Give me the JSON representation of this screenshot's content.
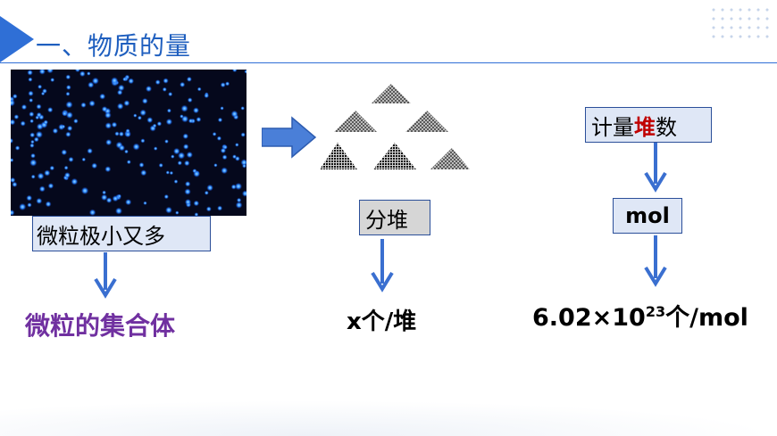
{
  "header": {
    "title": "一、物质的量",
    "accent_color": "#2f6fd6"
  },
  "left": {
    "image_name": "blue-particles-photo",
    "label": "微粒极小又多",
    "result": "微粒的集合体",
    "result_color": "#7030a0"
  },
  "middle": {
    "piles_image": "grey-triangle-piles",
    "label": "分堆",
    "result": "x个/堆"
  },
  "right": {
    "label_prefix": "计量",
    "label_highlight": "堆",
    "label_suffix": "数",
    "highlight_color": "#c00000",
    "unit_label": "mol",
    "result_base": "6.02×10",
    "result_exp": "23",
    "result_tail": "个/mol"
  },
  "icons": [
    "arrow-right-icon",
    "arrow-down-icon"
  ]
}
